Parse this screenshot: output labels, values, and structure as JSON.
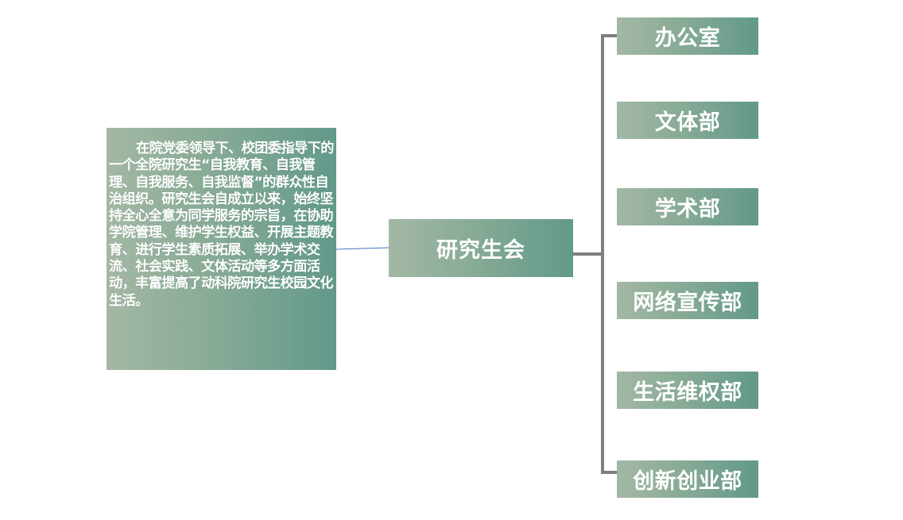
{
  "description": "在院党委领导下、校团委指导下的一个全院研究生“自我教育、自我管理、自我服务、自我监督”的群众性自治组织。研究生会自成立以来，始终坚持全心全意为同学服务的宗旨，在协助学院管理、维护学生权益、开展主题教育、进行学生素质拓展、举办学术交流、社会实践、文体活动等多方面活动，丰富提高了动科院研究生校园文化生活。",
  "center": "研究生会",
  "departments": [
    "办公室",
    "文体部",
    "学术部",
    "网络宣传部",
    "生活维权部",
    "创新创业部"
  ],
  "colors": {
    "box_gradient_start": "#a3b8a5",
    "box_gradient_end": "#62998a",
    "tree_line": "#7f7f7f",
    "link_line": "#4472c4"
  }
}
